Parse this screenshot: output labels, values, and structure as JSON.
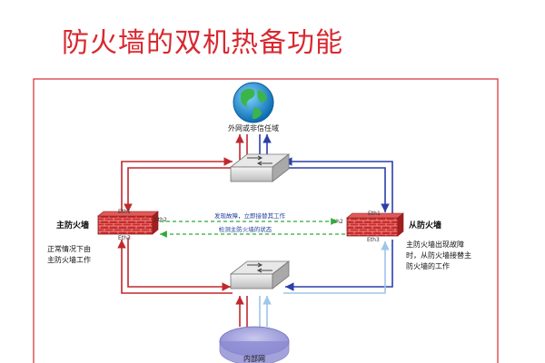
{
  "title": "防火墙的双机热备功能",
  "nodes": {
    "external": "外网或非信任域",
    "internal": "内部网",
    "primary_fw": "主防火墙",
    "backup_fw": "从防火墙"
  },
  "ports": {
    "p_eth1": "Eth1",
    "p_eth2": "Eth2",
    "p_eth3": "Eth3",
    "b_eth1": "Eth1",
    "b_eth2": "Eth2",
    "b_eth3": "Eth3"
  },
  "links": {
    "failover": "发现故障，立即接替其工作",
    "monitor": "检测主防火墙的状态"
  },
  "notes": {
    "primary_line1": "正常情况下由",
    "primary_line2": "主防火墙工作",
    "backup_line1": "主防火墙出现故障",
    "backup_line2": "时，从防火墙接替主",
    "backup_line3": "防火墙的工作"
  },
  "colors": {
    "title": "#d9282f",
    "frame": "#d9282f",
    "active_path": "#c0282e",
    "standby_path": "#2c3fa8",
    "internal_path": "#9ec5ea",
    "heartbeat": "#2faa3a",
    "firewall": "#cc2a2a"
  }
}
